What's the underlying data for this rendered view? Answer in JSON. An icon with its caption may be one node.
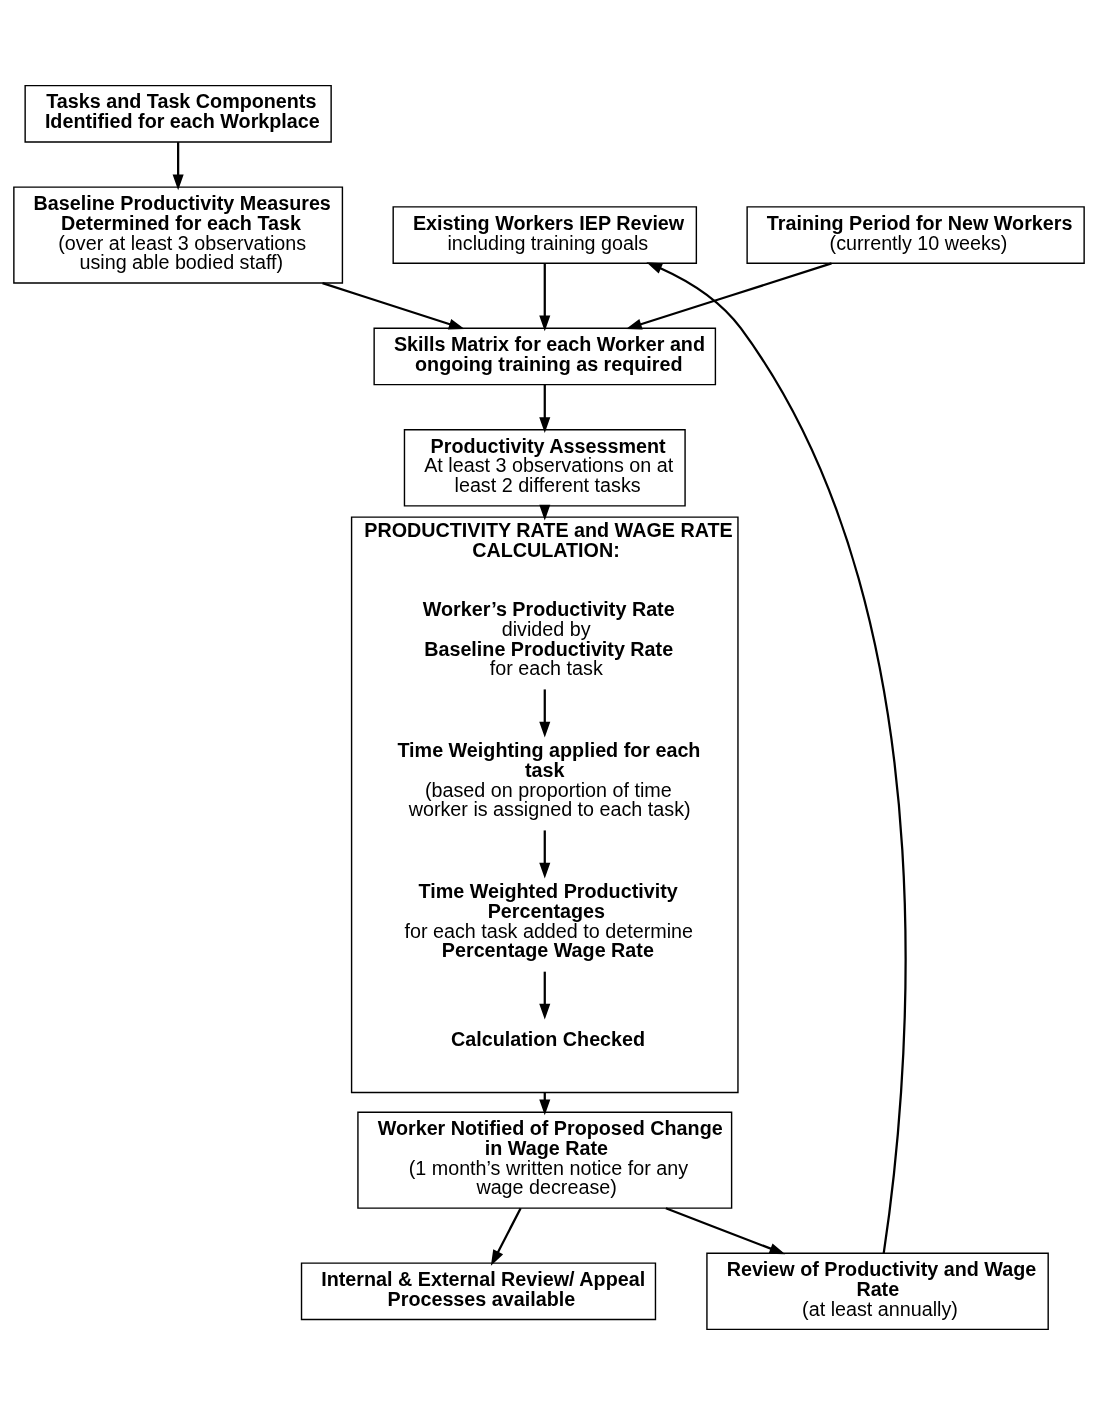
{
  "diagram": {
    "nodes": [
      {
        "text": [
          "Tasks and Task Components Identified for each Workplace"
        ]
      },
      {
        "text": [
          "Baseline Productivity Measures Determined for each Task",
          "(over at least 3 observations using able bodied staff)"
        ]
      },
      {
        "text": [
          "Training Period for New Workers",
          "(currently 10 weeks)"
        ]
      },
      {
        "text": [
          "Existing Workers IEP Review",
          "including training goals"
        ]
      },
      {
        "text": [
          "Skills Matrix for each Worker and ongoing training as required"
        ]
      },
      {
        "text": [
          "Productivity Assessment",
          "At least 3 observations on at least 2 different tasks"
        ]
      },
      {
        "text": [
          "PRODUCTIVITY RATE and WAGE RATE CALCULATION:"
        ]
      },
      {
        "text": [
          "Worker’s Productivity Rate",
          "divided by",
          "Baseline Productivity Rate",
          "for each task"
        ],
        "in": 6
      },
      {
        "text": [
          "Time Weighting applied for each task",
          "(based on proportion of time worker is assigned to each task)"
        ],
        "in": 6
      },
      {
        "text": [
          "Time Weighted Productivity Percentages",
          "for each task added to determine",
          "Percentage Wage Rate"
        ],
        "in": 6
      },
      {
        "text": [
          "Calculation Checked"
        ],
        "in": 6
      },
      {
        "text": [
          "Worker Notified of Proposed Change in Wage Rate",
          "(1 month’s written notice for any wage decrease)"
        ]
      },
      {
        "text": [
          "Internal & External Review/ Appeal Processes available"
        ]
      },
      {
        "text": [
          "Review of Productivity and Wage Rate",
          "(at least annually)"
        ]
      }
    ],
    "edges": [
      {
        "from": 0,
        "to": 1,
        "arrow": "to"
      },
      {
        "from": 1,
        "to": 4,
        "arrow": "to"
      },
      {
        "from": 2,
        "to": 4,
        "arrow": "to"
      },
      {
        "from": 3,
        "to": 4,
        "arrow": "to"
      },
      {
        "from": 4,
        "to": 5,
        "arrow": "to"
      },
      {
        "from": 5,
        "to": 6,
        "arrow": "to"
      },
      {
        "from": 7,
        "to": 8,
        "arrow": "to"
      },
      {
        "from": 8,
        "to": 9,
        "arrow": "to"
      },
      {
        "from": 9,
        "to": 10,
        "arrow": "to"
      },
      {
        "from": 6,
        "to": 11,
        "arrow": "to"
      },
      {
        "from": 11,
        "to": 12,
        "arrow": "to"
      },
      {
        "from": 11,
        "to": 13,
        "arrow": "to"
      },
      {
        "from": 13,
        "to": 3,
        "arrow": "to"
      }
    ]
  }
}
